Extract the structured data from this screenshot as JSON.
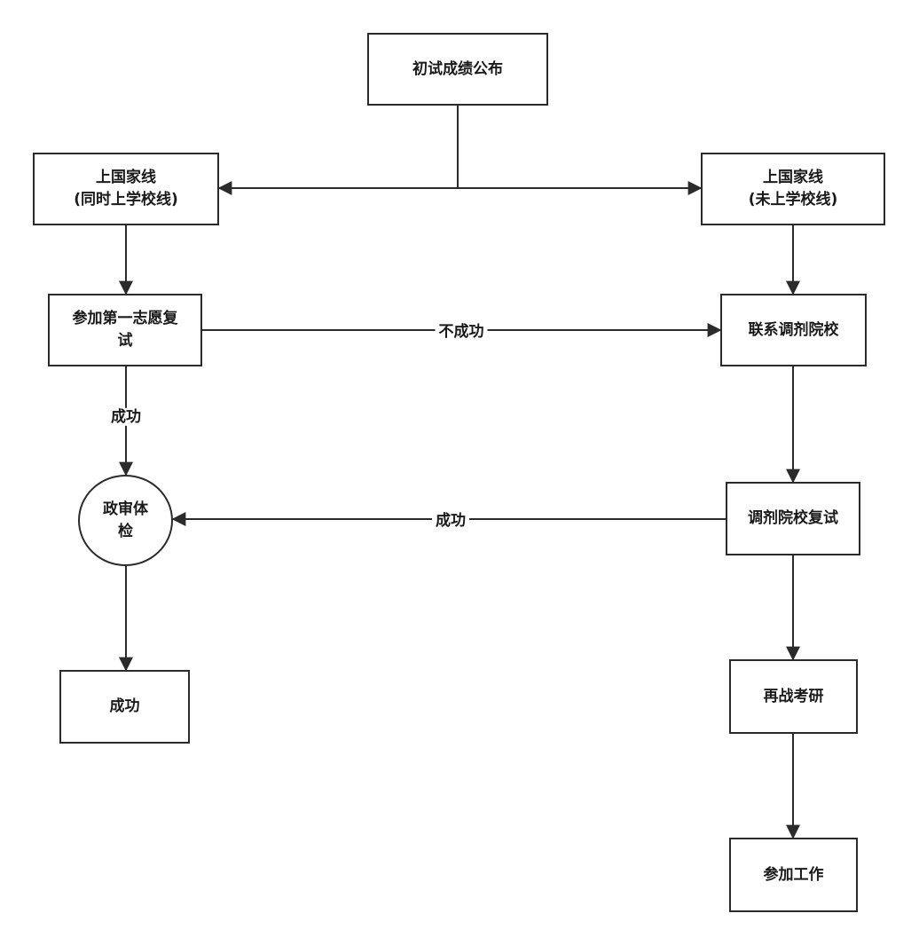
{
  "nodes": {
    "results": "初试成绩公布",
    "national_both": "上国家线\n(同时上学校线)",
    "national_only": "上国家线\n(未上学校线)",
    "first_choice": "参加第一志愿复\n试",
    "contact_transfer": "联系调剂院校",
    "political_check": "政审体\n检",
    "transfer_interview": "调剂院校复试",
    "success": "成功",
    "retry": "再战考研",
    "work": "参加工作"
  },
  "edges": {
    "fail_label": "不成功",
    "success_label_1": "成功",
    "success_label_2": "成功"
  },
  "colors": {
    "stroke": "#2b2b2b",
    "background": "#ffffff",
    "text": "#1a1a1a"
  }
}
